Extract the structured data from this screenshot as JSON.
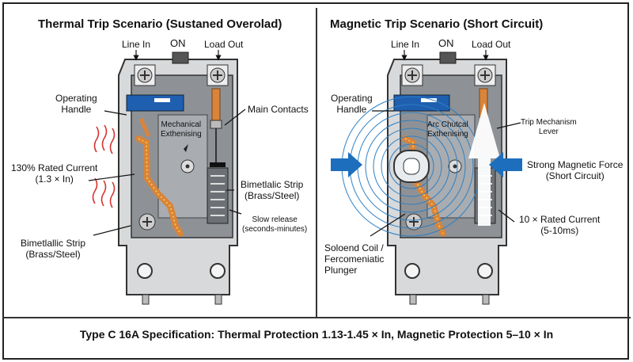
{
  "left": {
    "title": "Thermal Trip Scenario (Sustaned Overolad)",
    "line_in": "Line In",
    "on": "ON",
    "load_out": "Load Out",
    "operating_handle": "Operating\nHandle",
    "mechanical": "Mechanical\nExthenising",
    "main_contacts": "Main Contacts",
    "rated_current": "130% Rated Current\n(1.3 × In)",
    "bimetallic_right": "Bimetlalic Strip\n(Brass/Steel)",
    "slow_release": "Slow release\n(seconds-minutes)",
    "bimetallic_left": "Bimetlallic Strip\n(Brass/Steel)"
  },
  "right": {
    "title": "Magnetic Trip Scenario (Short Circuit)",
    "line_in": "Line In",
    "on": "ON",
    "load_out": "Load Out",
    "operating_handle": "Operating\nHandle",
    "arc_chute": "Arc Chutcal\nExthenising",
    "trip_lever": "Trip Mechanism\nLever",
    "magnetic_force": "Strong Magnetic Force\n(Short Circuit)",
    "rated_current": "10 × Rated Current\n(5-10ms)",
    "solenoid": "Soloend Coil /\nFercomeniatic\nPlunger"
  },
  "footer": "Type C 16A Specification: Thermal Protection 1.13-1.45 × In, Magnetic Protection 5–10 × In",
  "colors": {
    "handle_blue": "#1f5fb0",
    "copper": "#d9843a",
    "heat_red": "#d8322f",
    "field_blue": "#2b7fc4",
    "arrow_blue": "#1d6fbd"
  }
}
